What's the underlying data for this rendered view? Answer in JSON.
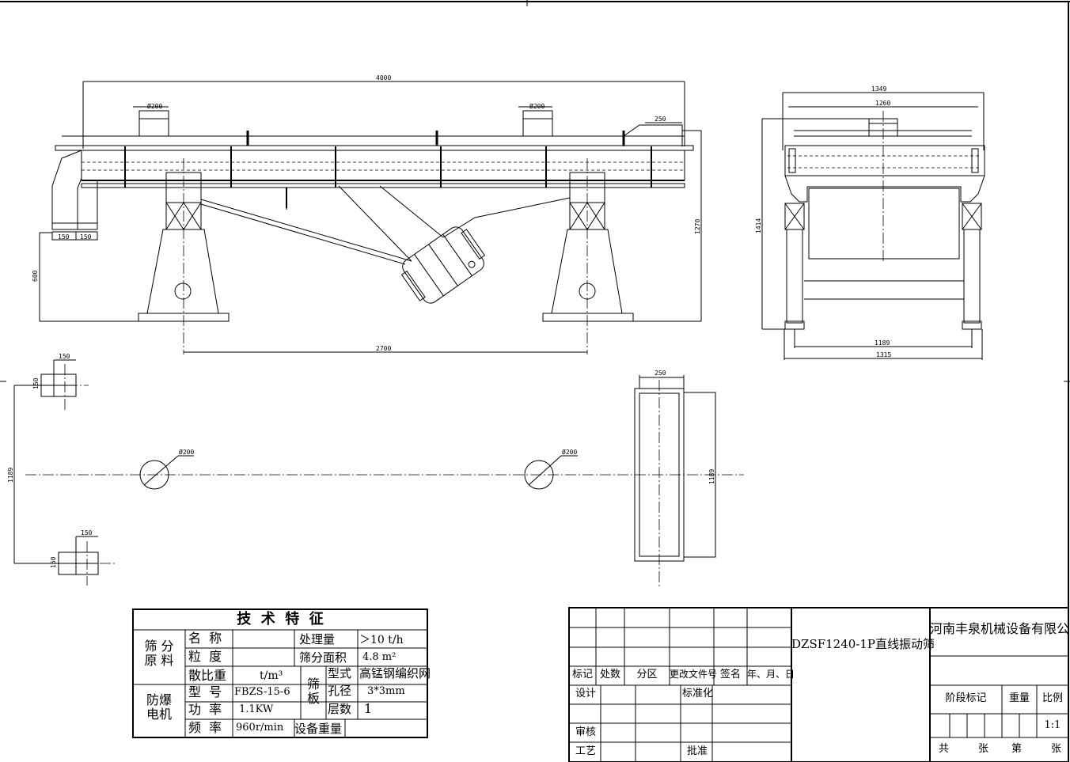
{
  "front_view": {
    "dims": {
      "overall_length": "4000",
      "outlet_left": "Ø200",
      "outlet_right": "Ø200",
      "inlet_width": "250",
      "height": "1270",
      "support_height": "600",
      "span": "2700",
      "port_a": "150",
      "port_b": "150"
    }
  },
  "side_view": {
    "dims": {
      "top_outer": "1349",
      "top_inner": "1260",
      "height": "1414",
      "bottom_inner": "1189",
      "bottom_outer": "1315"
    }
  },
  "plan_view": {
    "dims": {
      "port_top_w": "150",
      "port_top_h": "150",
      "width": "1189",
      "outlet_left": "Ø200",
      "outlet_right": "Ø200",
      "port_bottom_w": "150",
      "port_bottom_h": "150",
      "inlet_w": "250",
      "inlet_h": "1189"
    }
  },
  "tech_table": {
    "title": "技  术  特  征",
    "group_material": "筛 分\n原 料",
    "row_name": "名  称",
    "row_size": "粒  度",
    "row_density": "散比重",
    "density_unit": "t/m³",
    "capacity_label": "处理量",
    "capacity_value": "＞10 t/h",
    "area_label": "筛分面积",
    "area_value": "4.8 m²",
    "group_motor": "防爆\n电机",
    "motor_model_label": "型  号",
    "motor_model_value": "FBZS-15-6",
    "motor_power_label": "功  率",
    "motor_power_value": "1.1KW",
    "motor_freq_label": "频  率",
    "motor_freq_value": "960r/min",
    "group_screen": "筛\n板",
    "screen_type_label": "型式",
    "screen_type_value": "高锰钢编织网",
    "screen_hole_label": "孔径",
    "screen_hole_value": "3*3mm",
    "screen_layers_label": "层数",
    "screen_layers_value": "1",
    "weight_label": "设备重量"
  },
  "title_block": {
    "drawing_name": "DZSF1240-1P直线振动筛",
    "company": "河南丰泉机械设备有限公司",
    "rev_headers": [
      "标记",
      "处数",
      "分区",
      "更改文件号",
      "签名",
      "年、月、日"
    ],
    "design": "设计",
    "standardize": "标准化",
    "review": "审核",
    "process": "工艺",
    "approve": "批准",
    "stage_mark": "阶段标记",
    "weight": "重量",
    "scale_label": "比例",
    "scale_value": "1:1",
    "sheet_total": "共",
    "sheet_unit1": "张",
    "sheet_no": "第",
    "sheet_unit2": "张"
  }
}
